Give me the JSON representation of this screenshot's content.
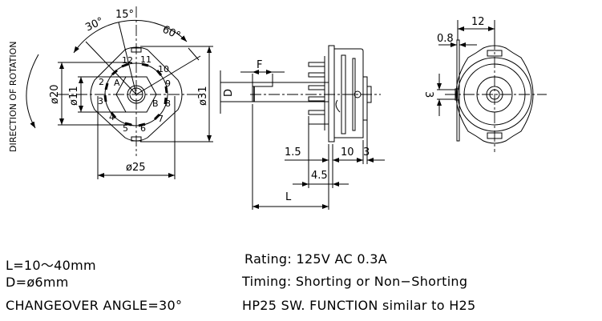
{
  "front_view": {
    "rotation_label": "DIRECTION OF ROTATION",
    "angles": {
      "a30": "30°",
      "a15": "15°",
      "a60": "60°"
    },
    "dims": {
      "d20": "ø20",
      "d11": "ø11",
      "d31": "ø31",
      "d25": "ø25"
    },
    "terminals": [
      "1",
      "2",
      "3",
      "4",
      "5",
      "6",
      "7",
      "8",
      "9",
      "10",
      "11",
      "12"
    ],
    "commons": {
      "a": "A",
      "b": "B"
    }
  },
  "side_view": {
    "dims": {
      "d": "D",
      "f": "F",
      "d1_5": "1.5",
      "d10": "10",
      "d3": "3",
      "d4_5": "4.5",
      "l": "L"
    }
  },
  "back_view": {
    "dims": {
      "d12": "12",
      "d0_8": "0.8",
      "d3": "3"
    }
  },
  "notes_left": [
    "L=10～40mm",
    "D=ø6mm",
    "CHANGEOVER ANGLE=30°"
  ],
  "notes_right": [
    "Rating: 125V AC 0.3A",
    "Timing: Shorting or Non−Shorting",
    "HP25 SW. FUNCTION similar to H25"
  ]
}
